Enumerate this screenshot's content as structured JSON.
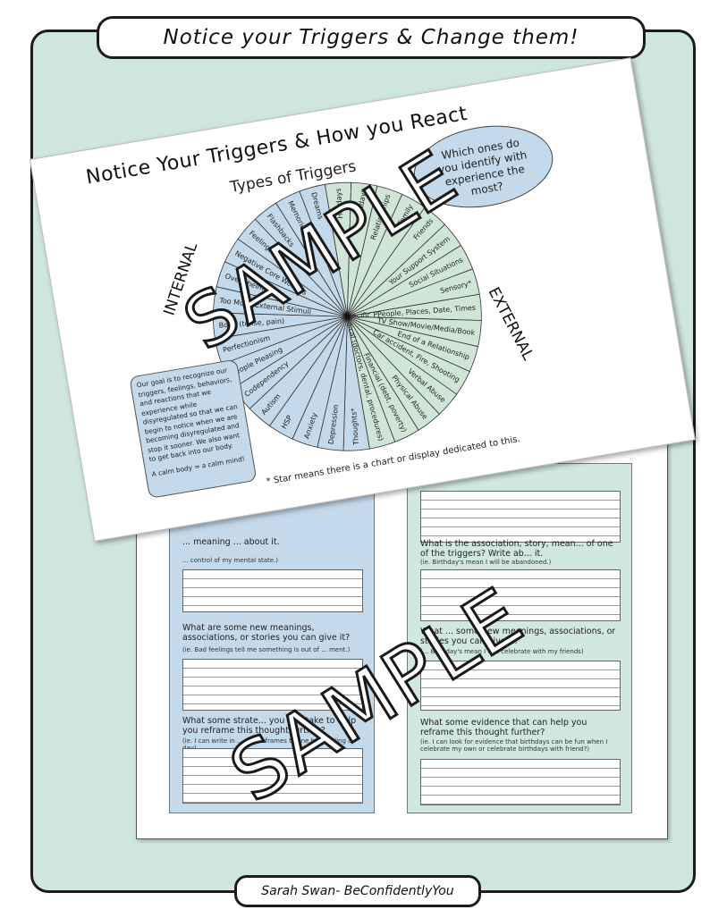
{
  "page_title": "Notice your Triggers & Change them!",
  "footer": "Sarah Swan- BeConfidentlyYou",
  "front_sheet": {
    "title": "Notice Your Triggers & How you React",
    "subtitle": "Types of Triggers",
    "internal_label": "INTERNAL",
    "external_label": "EXTERNAL",
    "bubble_lines": [
      "Which ones do",
      "you identify with",
      "experience the",
      "most?"
    ],
    "wheel_internal": [
      "Dreams",
      "Memories",
      "Flashbacks",
      "Feelings*",
      "Negative Core Wounds",
      "Overwhelm",
      "Too Much External Stimuli",
      "Body (tense, pain)",
      "Perfectionism",
      "People Pleasing",
      "Codependency",
      "Autism",
      "HSP",
      "Anxiety",
      "Depression",
      "Thoughts*"
    ],
    "wheel_external": [
      "Holidays",
      "Birthdays",
      "Relationships",
      "Family",
      "Friends",
      "Your Support System",
      "Social Situations",
      "Sensory*",
      "Specific PPeople, Places, Date, Times",
      "TV Show/Movie/Media/Book",
      "End of a Relationship",
      "Car accident, Fire, Shooting",
      "Verbal Abuse",
      "Physical Abuse",
      "Financial (debt, poverty)",
      "Medical (doctors, dental, procedures)"
    ],
    "goal_text": "Our goal is to recognize our triggers, feelings, behaviors, and reactions that we experience while disyregulated so that we can begin to notice when we are becoming disyregulated and stop it sooner.  We also want to get back into our body.",
    "goal_footer": "A calm body = a calm mind!",
    "star_note": "* Star means there is a chart or display dedicated to this."
  },
  "back_sheet": {
    "left": [
      {
        "question": "... meaning ... about it.",
        "example": "... control of my mental state.)"
      },
      {
        "question": "What are some new meanings, associations, or stories you can give it?",
        "example": "(ie. Bad feelings tell me something is out of ... ment.)"
      },
      {
        "question": "What some strate... you can take to help you reframe this thought further?",
        "example": "(ie. I can write in ... rnal reframes to one bad feeling a day)."
      }
    ],
    "right": [
      {
        "question": "What is the association, story, mean... of one of the triggers? Write ab... it.",
        "example": "(ie. Birthday's mean I will be abandoned.)"
      },
      {
        "question": "What ... some new meanings, associations, or stories you can give it?",
        "example": "(... Birthday's mean I can celebrate with my friends)"
      },
      {
        "question": "What some evidence that can help you reframe this thought further?",
        "example": "(ie. I can look for evidence that birthdays can be fun when I celebrate my own or celebrate birthdays with friend?)"
      }
    ]
  },
  "watermark_text": "SAMPLE",
  "colors": {
    "frame_bg": "#cfe6dd",
    "blue": "#c4d9ea",
    "green": "#d0e8dd"
  }
}
